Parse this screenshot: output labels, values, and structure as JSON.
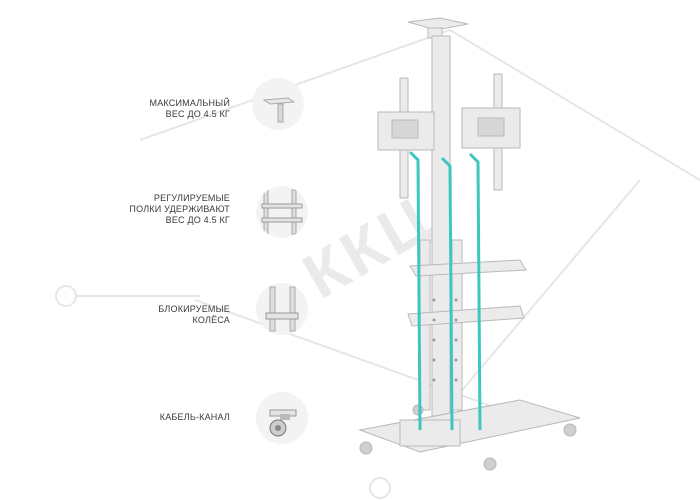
{
  "features": [
    {
      "id": "max-weight",
      "lines": [
        "МАКСИМАЛЬНЫЙ",
        "ВЕС ДО 4.5 КГ"
      ],
      "icon": "top-shelf-icon"
    },
    {
      "id": "adjustable-shelves",
      "lines": [
        "РЕГУЛИРУЕМЫЕ",
        "ПОЛКИ УДЕРЖИВАЮТ",
        "ВЕС ДО 4.5 КГ"
      ],
      "icon": "shelves-icon"
    },
    {
      "id": "locking-wheels",
      "lines": [
        "БЛОКИРУЕМЫЕ",
        "КОЛЁСА"
      ],
      "icon": "frame-icon"
    },
    {
      "id": "cable-channel",
      "lines": [
        "КАБЕЛЬ-КАНАЛ"
      ],
      "icon": "wheel-icon"
    }
  ],
  "watermark": {
    "text": "ККЦ",
    "color": "#e8e8e8"
  },
  "colors": {
    "accent": "#3cc6c0",
    "metal": "#e9e9ea",
    "outline": "#b9b9bb"
  }
}
